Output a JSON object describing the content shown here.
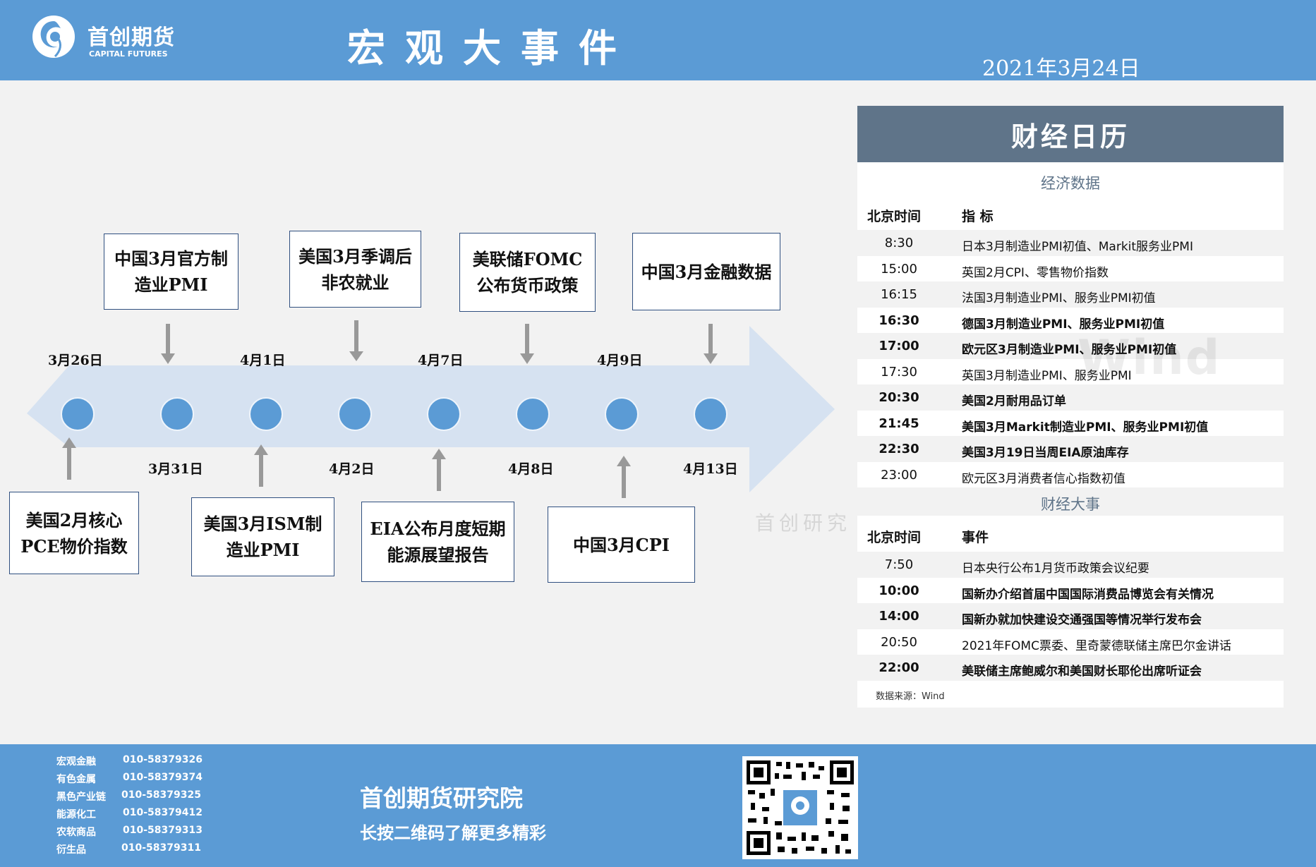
{
  "header": {
    "logo_cn": "首创期货",
    "logo_en": "CAPITAL FUTURES",
    "title": "宏观大事件",
    "date": "2021年3月24日"
  },
  "timeline": {
    "dates": [
      "3月26日",
      "3月31日",
      "4月1日",
      "4月2日",
      "4月7日",
      "4月8日",
      "4月9日",
      "4月13日"
    ],
    "top_events": [
      "中国3月官方制造业PMI",
      "美国3月季调后非农就业",
      "美联储FOMC公布货币政策",
      "中国3月金融数据"
    ],
    "bottom_events": [
      "美国2月核心PCE物价指数",
      "美国3月ISM制造业PMI",
      "EIA公布月度短期能源展望报告",
      "中国3月CPI"
    ],
    "watermark": "首创研究"
  },
  "calendar": {
    "title": "财经日历",
    "econ_section": "经济数据",
    "econ_head_time": "北京时间",
    "econ_head_item": "指  标",
    "econ_rows": [
      {
        "time": "8:30",
        "item": "日本3月制造业PMI初值、Markit服务业PMI"
      },
      {
        "time": "15:00",
        "item": "英国2月CPI、零售物价指数"
      },
      {
        "time": "16:15",
        "item": "法国3月制造业PMI、服务业PMI初值"
      },
      {
        "time": "16:30",
        "item": "德国3月制造业PMI、服务业PMI初值"
      },
      {
        "time": "17:00",
        "item": "欧元区3月制造业PMI、服务业PMI初值"
      },
      {
        "time": "17:30",
        "item": "英国3月制造业PMI、服务业PMI"
      },
      {
        "time": "20:30",
        "item": "美国2月耐用品订单"
      },
      {
        "time": "21:45",
        "item": "美国3月Markit制造业PMI、服务业PMI初值"
      },
      {
        "time": "22:30",
        "item": "美国3月19日当周EIA原油库存"
      },
      {
        "time": "23:00",
        "item": "欧元区3月消费者信心指数初值"
      }
    ],
    "events_section": "财经大事",
    "events_head_time": "北京时间",
    "events_head_item": "事件",
    "event_rows": [
      {
        "time": "7:50",
        "item": "日本央行公布1月货币政策会议纪要"
      },
      {
        "time": "10:00",
        "item": "国新办介绍首届中国国际消费品博览会有关情况"
      },
      {
        "time": "14:00",
        "item": "国新办就加快建设交通强国等情况举行发布会"
      },
      {
        "time": "20:50",
        "item": "2021年FOMC票委、里奇蒙德联储主席巴尔金讲话"
      },
      {
        "time": "22:00",
        "item": "美联储主席鲍威尔和美国财长耶伦出席听证会"
      }
    ],
    "source": "数据来源：Wind",
    "wind_watermark": "Wind"
  },
  "footer": {
    "contacts": [
      {
        "dept": "宏观金融",
        "phone": "010-58379326"
      },
      {
        "dept": "有色金属",
        "phone": "010-58379374"
      },
      {
        "dept": "黑色产业链",
        "phone": "010-58379325"
      },
      {
        "dept": "能源化工",
        "phone": "010-58379412"
      },
      {
        "dept": "农软商品",
        "phone": "010-58379313"
      },
      {
        "dept": "衍生品",
        "phone": "010-58379311"
      }
    ],
    "title": "首创期货研究院",
    "subtitle": "长按二维码了解更多精彩"
  },
  "colors": {
    "header_blue": "#5b9bd5",
    "panel_header": "#5f7489",
    "arrow_fill": "#d6e2f1",
    "dot_blue": "#5b9bd5"
  }
}
